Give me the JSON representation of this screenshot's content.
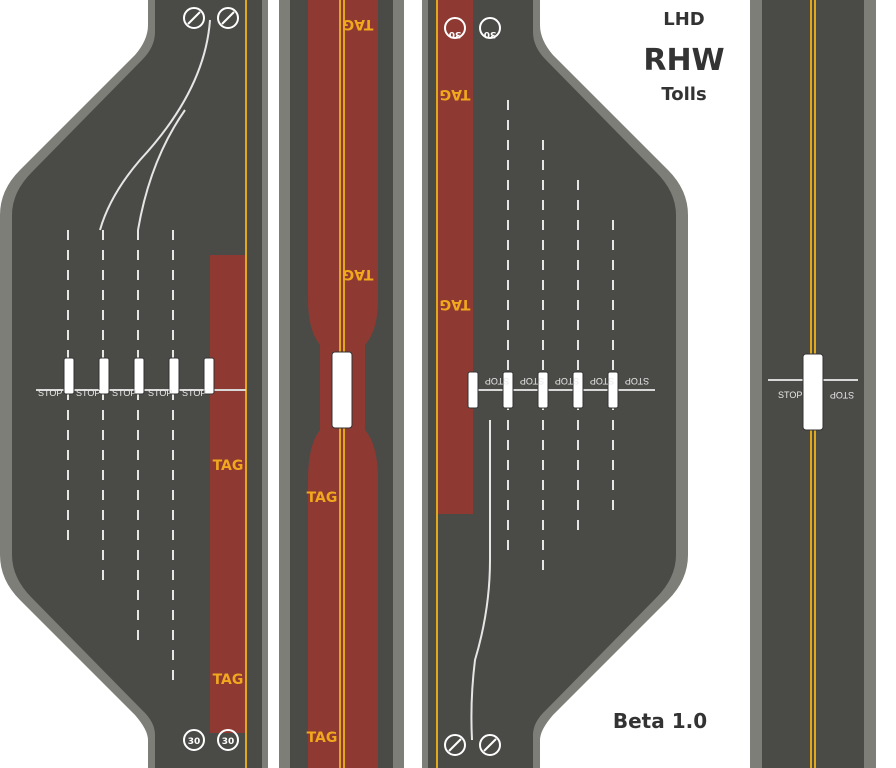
{
  "header": {
    "line1": "LHD",
    "line2": "RHW",
    "line3": "Tolls"
  },
  "footer": {
    "version": "Beta 1.0"
  },
  "markings": {
    "stop": "STOP",
    "tag": "TAG",
    "speed_limit": "30",
    "no_entry_symbol": "⊘"
  },
  "colors": {
    "asphalt": "#4a4b47",
    "shoulder": "#7d7e78",
    "tag_lane": "#8e3a32",
    "yellow_line": "#e0a81a",
    "white_line": "#e6e6e6",
    "background": "#ffffff"
  }
}
